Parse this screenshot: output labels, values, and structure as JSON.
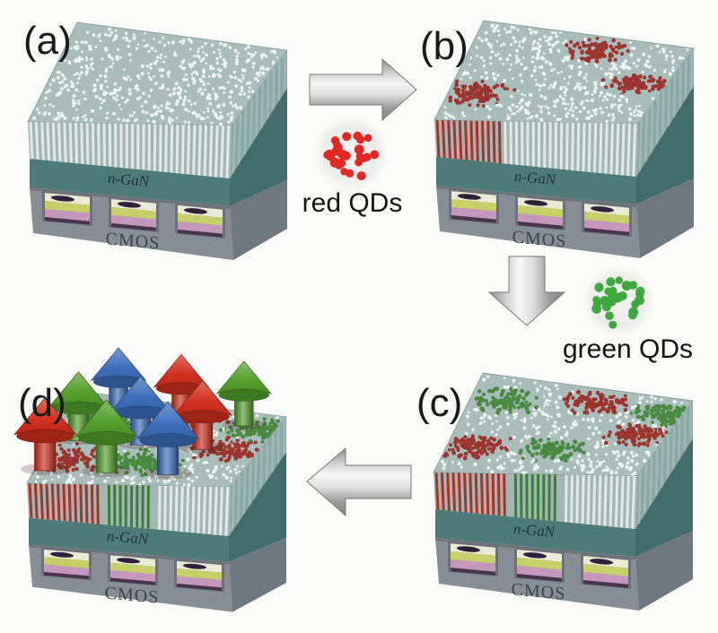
{
  "panels": [
    {
      "id": "a",
      "label": "(a)",
      "variant": "plain"
    },
    {
      "id": "b",
      "label": "(b)",
      "variant": "red"
    },
    {
      "id": "c",
      "label": "(c)",
      "variant": "red-green"
    },
    {
      "id": "d",
      "label": "(d)",
      "variant": "emission"
    }
  ],
  "layer_labels": {
    "layer": "n-GaN",
    "substrate": "CMOS"
  },
  "qd_legends": [
    {
      "id": "red",
      "label": "red QDs",
      "dot_color": "#e12823"
    },
    {
      "id": "green",
      "label": "green QDs",
      "dot_color": "#3fa83f"
    }
  ],
  "emission_grid": [
    [
      "blue",
      "red",
      "green"
    ],
    [
      "green",
      "blue",
      "red"
    ],
    [
      "red",
      "green",
      "blue"
    ]
  ],
  "emission_colors": {
    "red": "#d2301f",
    "green": "#55a02c",
    "blue": "#3e6fbc"
  },
  "qd_patches": {
    "red": [
      [
        0.58,
        0.16
      ],
      [
        0.86,
        0.5
      ],
      [
        0.14,
        0.72
      ]
    ],
    "green": [
      [
        0.17,
        0.24
      ],
      [
        0.5,
        0.72
      ],
      [
        0.93,
        0.2
      ]
    ]
  },
  "stripe_zones": {
    "plain": [
      {
        "color": "white",
        "from": 0.0,
        "to": 1.0
      }
    ],
    "red": [
      {
        "color": "red",
        "from": 0.0,
        "to": 0.32
      },
      {
        "color": "white",
        "from": 0.32,
        "to": 1.0
      }
    ],
    "red-green": [
      {
        "color": "red",
        "from": 0.0,
        "to": 0.36
      },
      {
        "color": "green",
        "from": 0.38,
        "to": 0.62
      },
      {
        "color": "white",
        "from": 0.64,
        "to": 1.0
      }
    ],
    "emission": [
      {
        "color": "red",
        "from": 0.0,
        "to": 0.36
      },
      {
        "color": "green",
        "from": 0.38,
        "to": 0.62
      },
      {
        "color": "white",
        "from": 0.64,
        "to": 1.0
      }
    ]
  },
  "palette": {
    "top": "#a9beba",
    "top_dot": "#edf5f3",
    "red_dot": "#9c352e",
    "green_dot": "#4a8a40",
    "stripe_bg": "#a2b7b3",
    "stripe_white": "#e3e9e8",
    "stripe_red": "#ad3026",
    "stripe_green": "#3f7d37",
    "nw_right": "#8baaa5",
    "ngan_front": "#4e7b7a",
    "ngan_right": "#436c6d",
    "cmos_front": "#878e95",
    "cmos_right": "#6f777f",
    "groove": "#6b7279",
    "pixel_cream": "#e9ebd5",
    "pixel_yellow": "#c6cf68",
    "pixel_pink": "#c697be",
    "pixel_dark": "#49334f",
    "pad_dark": "#30203a"
  }
}
